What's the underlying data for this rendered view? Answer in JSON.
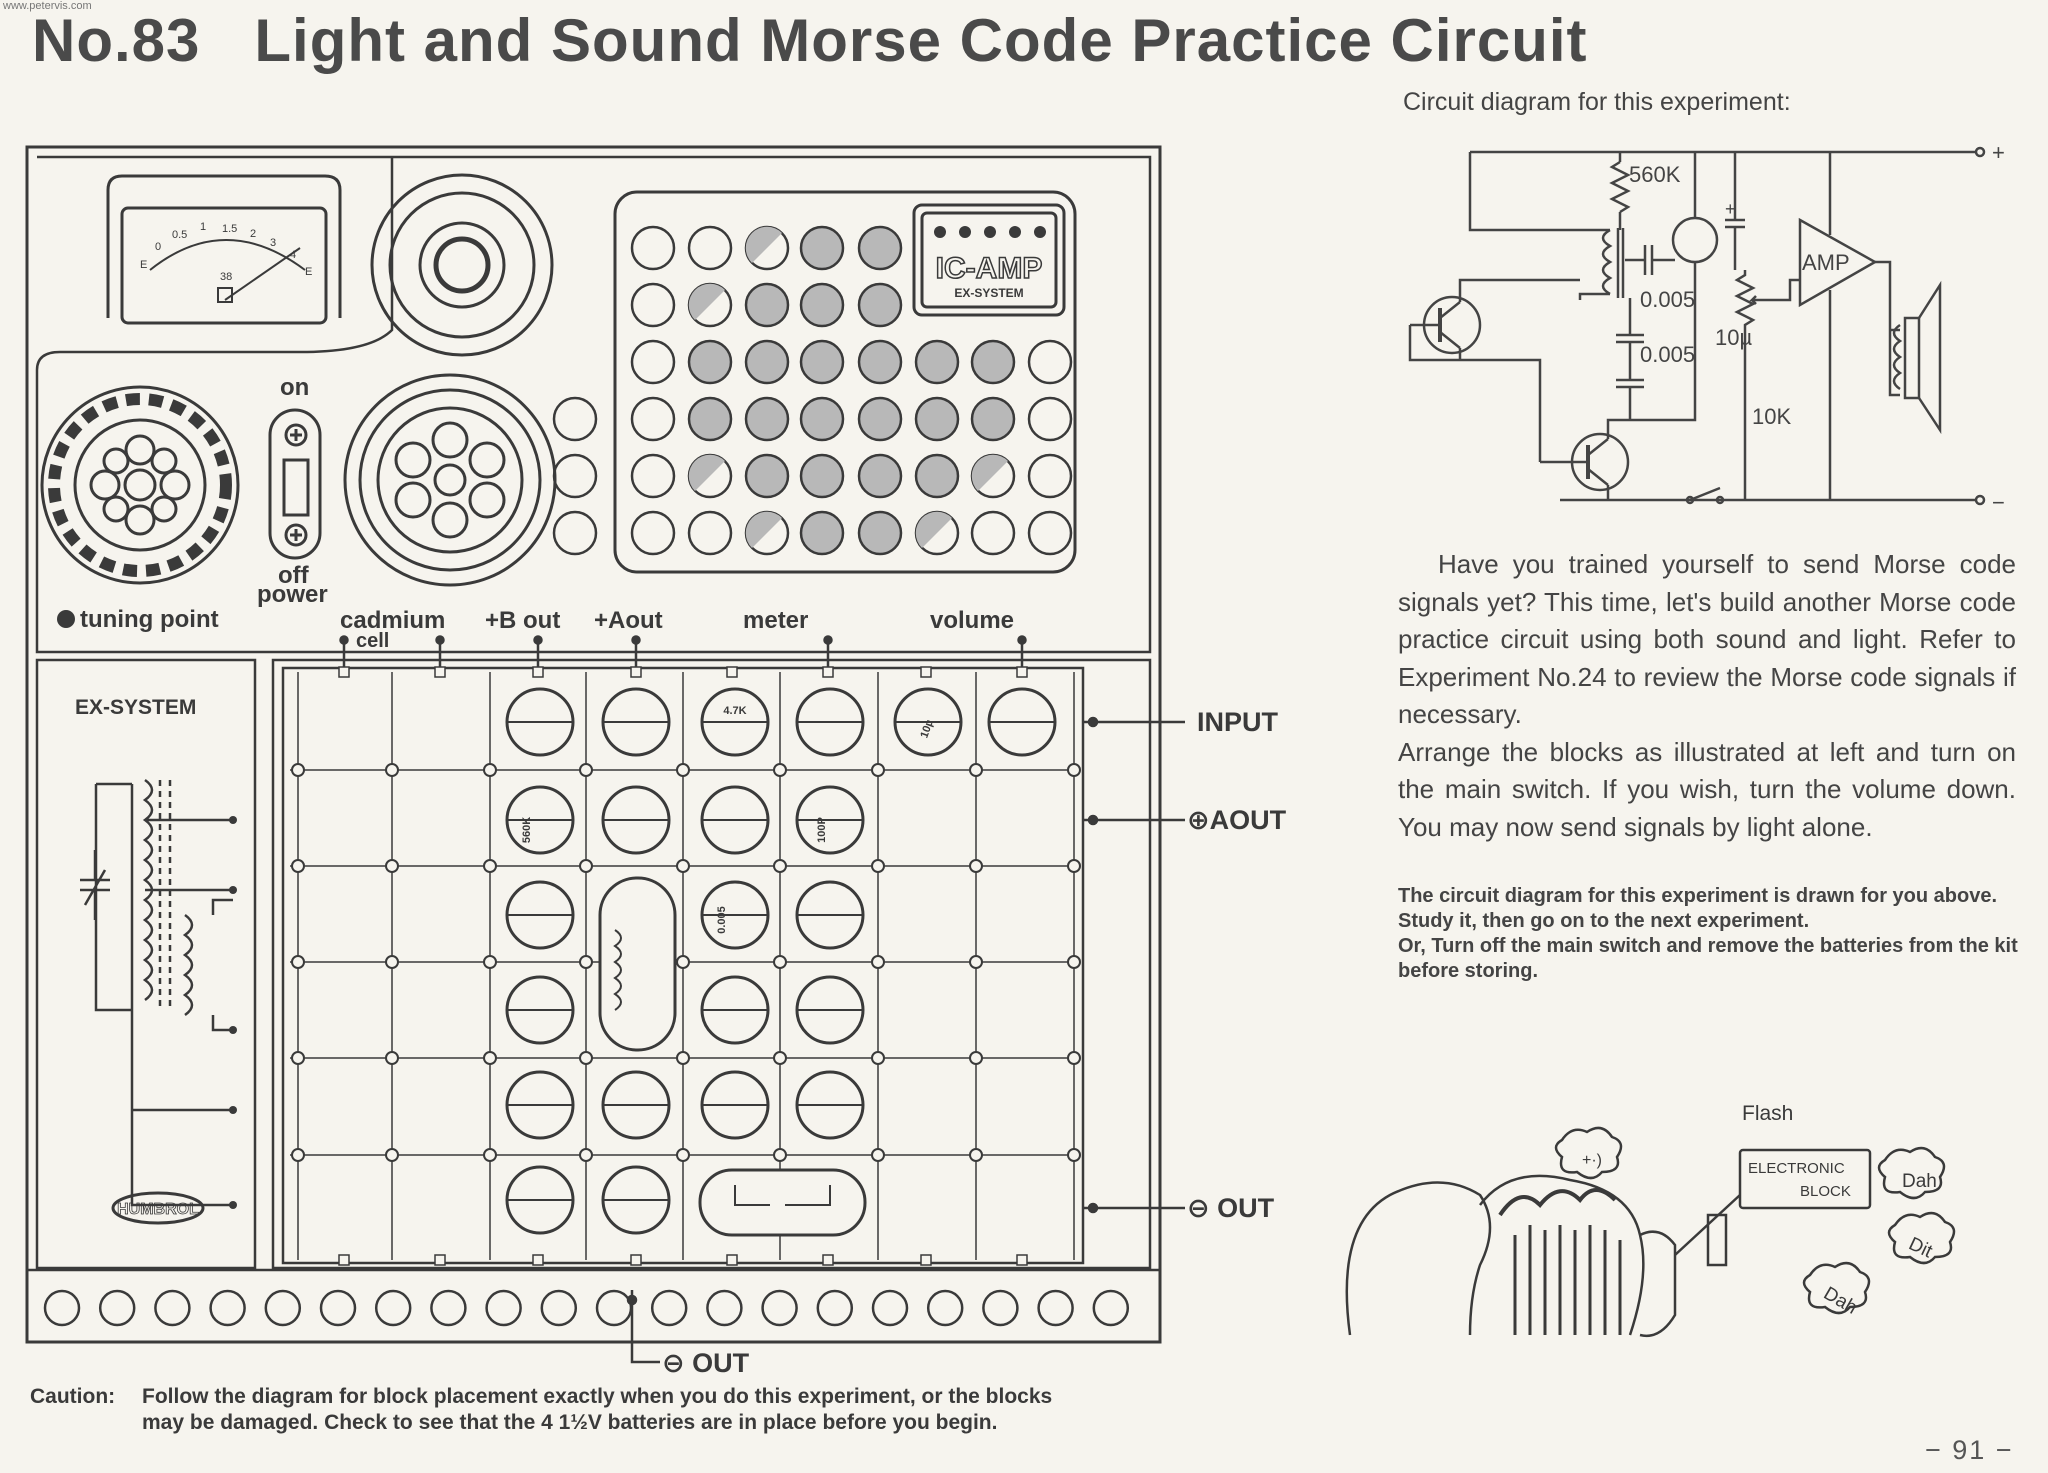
{
  "watermark": "www.petervis.com",
  "header": {
    "number": "No.83",
    "title": "Light and Sound Morse Code Practice Circuit"
  },
  "circuit_diagram": {
    "heading": "Circuit diagram for this experiment:",
    "labels": {
      "r1": "560K",
      "c1": "0.005",
      "c2": "0.005",
      "cap": "10µ",
      "vr": "10K",
      "amp": "AMP",
      "plus": "+",
      "minus": "−",
      "cap_plus": "+"
    }
  },
  "description": {
    "p1": "Have you trained yourself to send Morse code signals yet? This time, let's build another Morse code practice circuit using both sound and light. Refer to Experiment No.24 to review the Morse code signals if necessary.",
    "p2": "Arrange the blocks as illustrated at left and turn on the main switch. If you wish, turn the volume down. You may now send signals by light alone."
  },
  "note": {
    "line1": "The circuit diagram for this experiment is drawn for you above. Study it, then go on to the next experiment.",
    "line2": "Or, Turn off the main switch and remove the batteries from the kit before storing."
  },
  "kit_labels": {
    "on": "on",
    "off": "off",
    "power": "power",
    "tuning_point": "tuning point",
    "cadmium": "cadmium",
    "cell": "cell",
    "b_out": "+B out",
    "a_out": "+Aout",
    "meter": "meter",
    "volume": "volume",
    "ex_system": "EX-SYSTEM",
    "ic_amp": "IC-AMP",
    "ic_amp_sub": "EX-SYSTEM",
    "humbrol": "HUMBROL",
    "input": "INPUT",
    "aout_side": "⊕AOUT",
    "out_side": "⊖ OUT",
    "out_bottom": "⊖ OUT",
    "meter_scale": [
      "E",
      "0",
      "0.5",
      "1",
      "1.5",
      "2",
      "3",
      "4",
      "E"
    ],
    "meter_mid": "38"
  },
  "blocks": {
    "r47k": "4.7K",
    "r560k": "560K",
    "c10u": "10µ",
    "c100p": "100P",
    "c0005": "0.005"
  },
  "cartoon": {
    "flash": "Flash",
    "electronic": "ELECTRONIC",
    "block": "BLOCK",
    "dah1": "Dah",
    "dit": "Dit",
    "dah2": "Dah",
    "bubble": "+·)"
  },
  "caution": {
    "label": "Caution:",
    "line1": "Follow the diagram for block placement exactly when you do this experiment, or the blocks",
    "line2": "may be damaged. Check to see that the 4 1½V batteries are in place before you begin."
  },
  "page_number": "− 91 −",
  "colors": {
    "ink": "#3a3a3a",
    "paper": "#f6f4ee",
    "dot_fill": "#b8b8b8"
  }
}
